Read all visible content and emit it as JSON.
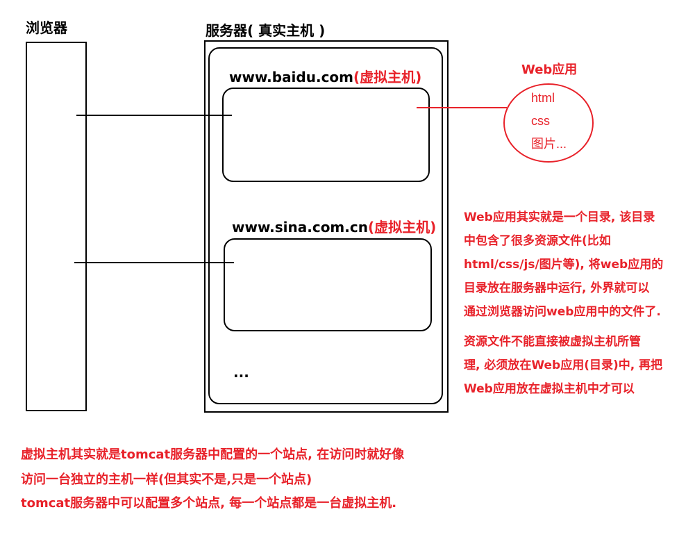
{
  "browser": {
    "label": "浏览器"
  },
  "server": {
    "label": "服务器( 真实主机 )",
    "hosts": [
      {
        "domain": "www.baidu.com",
        "tag": "(虚拟主机)"
      },
      {
        "domain": "www.sina.com.cn",
        "tag": "(虚拟主机)"
      }
    ],
    "ellipsis": "..."
  },
  "webapp": {
    "label": "Web应用",
    "items": [
      "html",
      "css",
      "图片..."
    ]
  },
  "notes": {
    "para1": [
      "Web应用其实就是一个目录, 该目录",
      "中包含了很多资源文件(比如",
      "html/css/js/图片等), 将web应用的",
      "目录放在服务器中运行, 外界就可以",
      "通过浏览器访问web应用中的文件了."
    ],
    "para2": [
      "资源文件不能直接被虚拟主机所管",
      "理, 必须放在Web应用(目录)中, 再把",
      "Web应用放在虚拟主机中才可以"
    ],
    "bottom": [
      "虚拟主机其实就是tomcat服务器中配置的一个站点, 在访问时就好像",
      "访问一台独立的主机一样(但其实不是,只是一个站点)",
      "tomcat服务器中可以配置多个站点, 每一个站点都是一台虚拟主机."
    ]
  },
  "colors": {
    "accent": "#e8222a",
    "line": "#000000"
  }
}
